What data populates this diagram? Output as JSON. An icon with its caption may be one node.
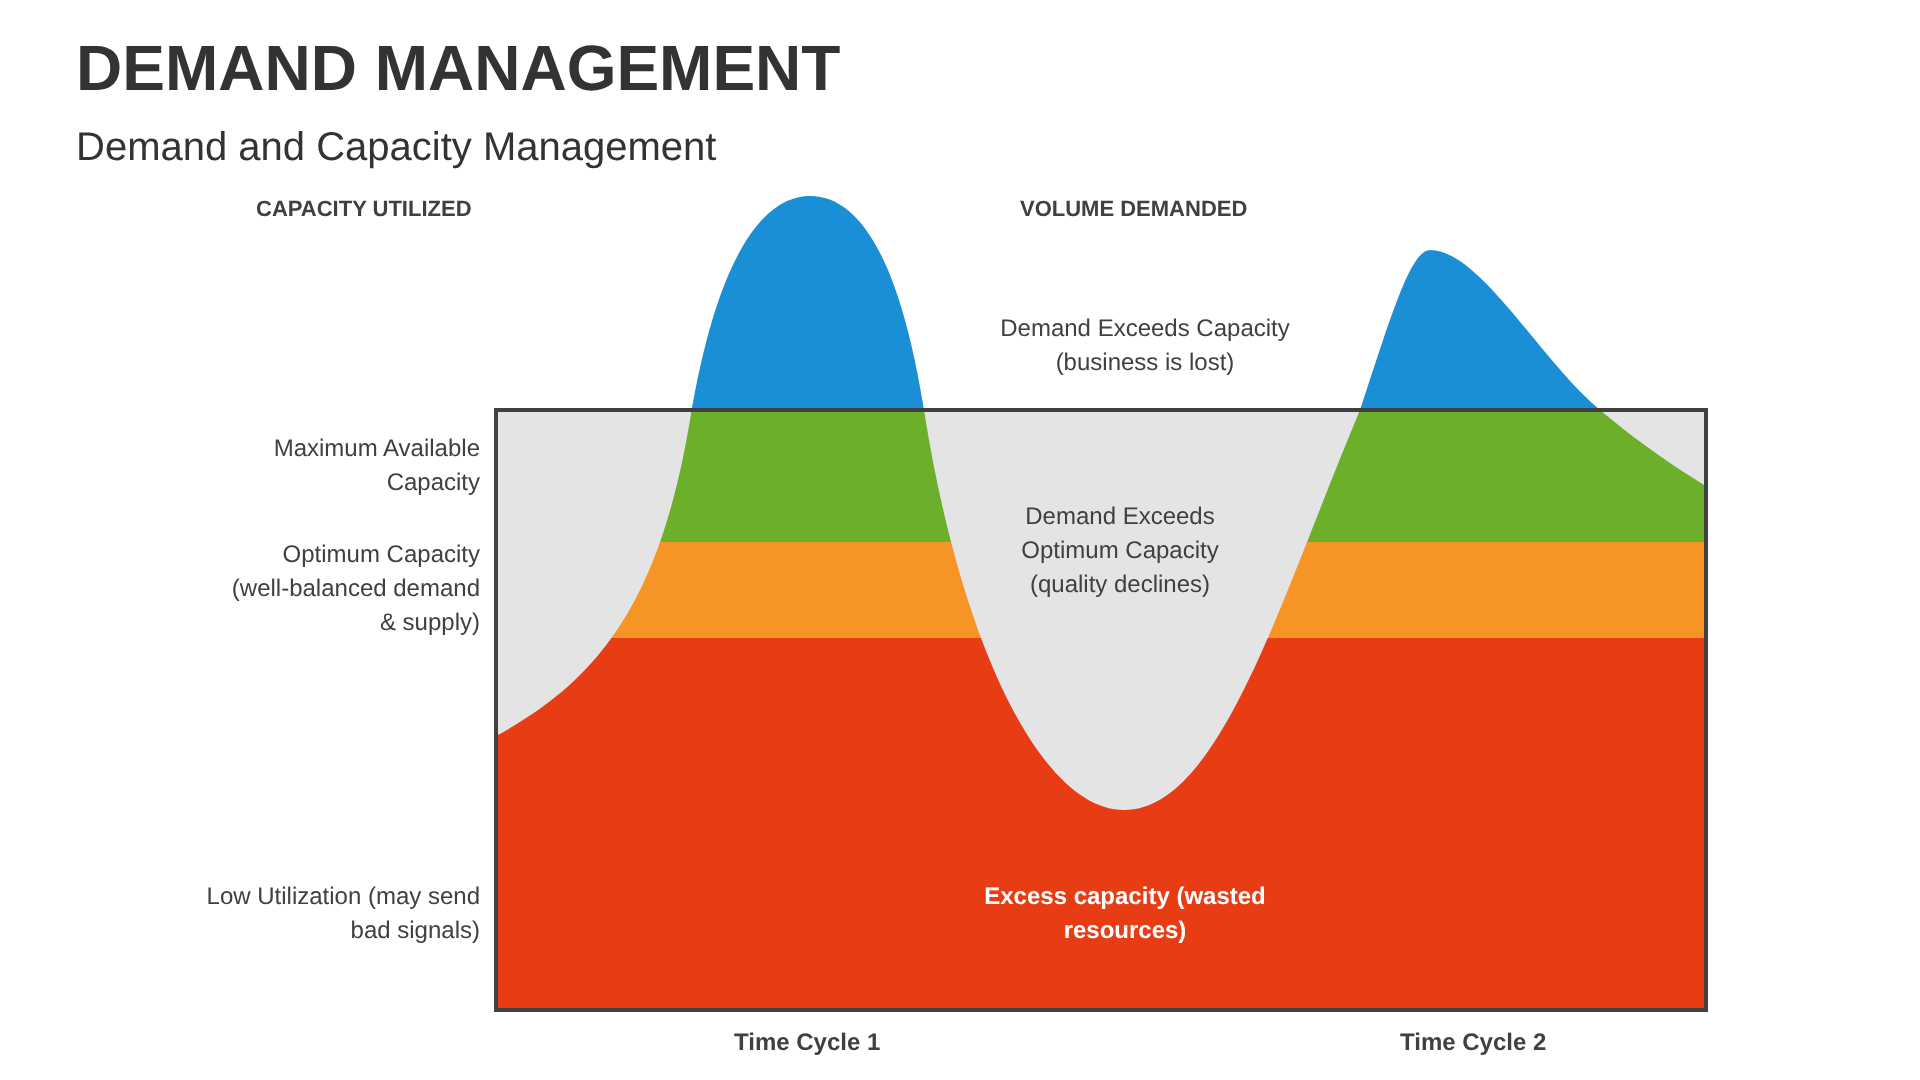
{
  "diagram": {
    "title": "DEMAND MANAGEMENT",
    "labels": [
      "Demand and Capacity Management",
      "CAPACITY UTILIZED",
      "VOLUME DEMANDED",
      "Demand Exceeds Capacity (business is lost)",
      "Maximum Available Capacity",
      "Demand Exceeds Optimum Capacity (quality declines)",
      "Optimum Capacity (well-balanced demand & supply)",
      "Low Utilization (may send bad signals)",
      "Excess capacity (wasted resources)",
      "Time Cycle 1",
      "Time Cycle 2"
    ]
  }
}
